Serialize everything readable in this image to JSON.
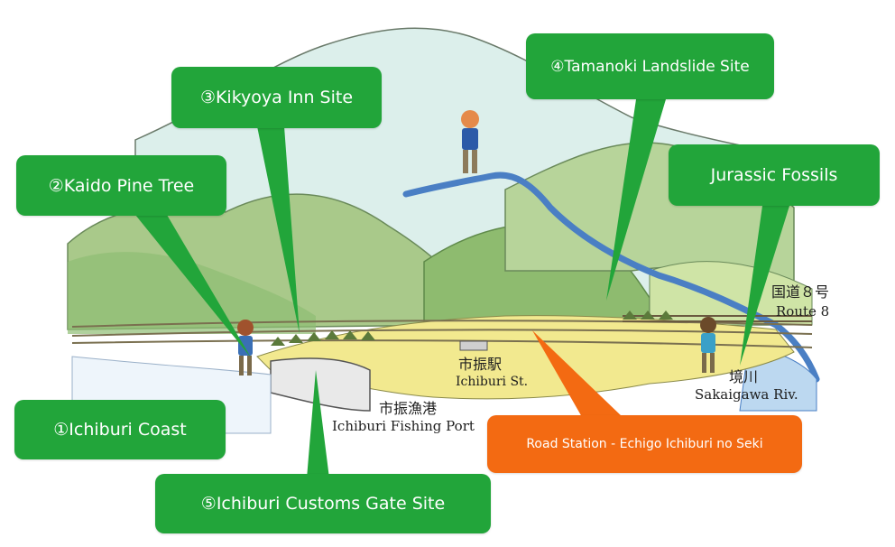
{
  "colors": {
    "callout_green": "#22a53a",
    "callout_orange": "#f36a12",
    "callout_text": "#ffffff",
    "map_text": "#1e1e1e"
  },
  "callouts": {
    "ichiburi_coast": "①Ichiburi Coast",
    "kaido_pine_tree": "②Kaido Pine Tree",
    "kikyoya_inn_site": "③Kikyoya Inn Site",
    "tamanoki_landslide_site": "④Tamanoki Landslide Site",
    "ichiburi_customs_gate_site": "⑤Ichiburi Customs Gate Site",
    "jurassic_fossils": "Jurassic Fossils",
    "road_station": "Road Station - Echigo Ichiburi no Seki"
  },
  "map_labels": {
    "route8_jp": "国道８号",
    "route8_en": "Route 8",
    "station_jp": "市振駅",
    "station_en": "Ichiburi St.",
    "port_jp": "市振漁港",
    "port_en": "Ichiburi Fishing Port",
    "river_jp": "境川",
    "river_en": "Sakaigawa Riv."
  },
  "icons": [
    "mountain-illustration",
    "hiker-figure",
    "pine-tree-icon",
    "railway-track",
    "river"
  ]
}
